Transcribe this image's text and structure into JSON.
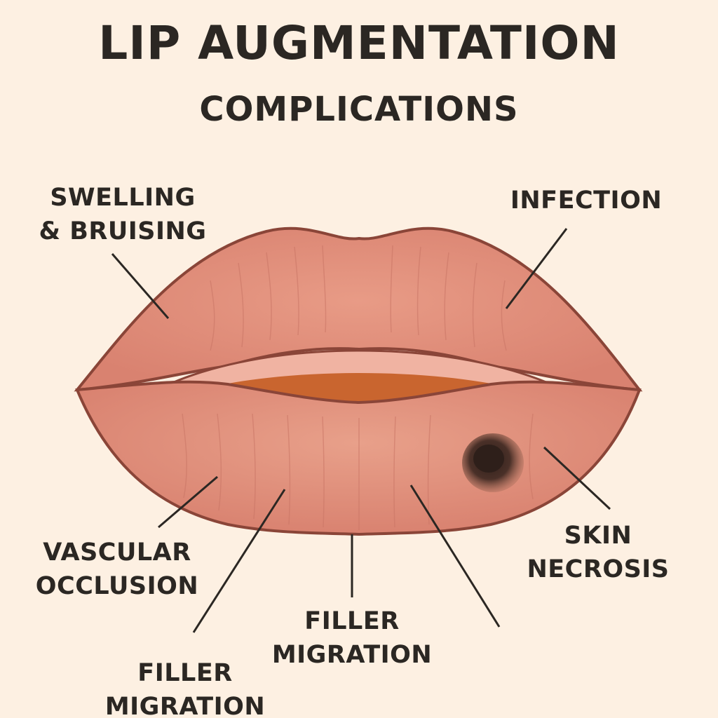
{
  "title": {
    "main": "LIP AUGMENTATION",
    "sub": "COMPLICATIONS"
  },
  "labels": {
    "swelling": {
      "line1": "SWELLING",
      "line2": "& BRUISING"
    },
    "infection": {
      "line1": "INFECTION"
    },
    "vascular": {
      "line1": "VASCULAR",
      "line2": "OCCLUSION"
    },
    "filler_center": {
      "line1": "FILLER",
      "line2": "MIGRATION"
    },
    "filler_left": {
      "line1": "FILLER",
      "line2": "MIGRATION"
    },
    "necrosis": {
      "line1": "SKIN",
      "line2": "NECROSIS"
    }
  },
  "colors": {
    "background": "#fdf0e2",
    "lip": "#df8f7c",
    "lip_outline": "#8a4538",
    "mouth_interior": "#c9652f",
    "necrosis_spot": "#3f2a22",
    "text": "#2b2723"
  }
}
